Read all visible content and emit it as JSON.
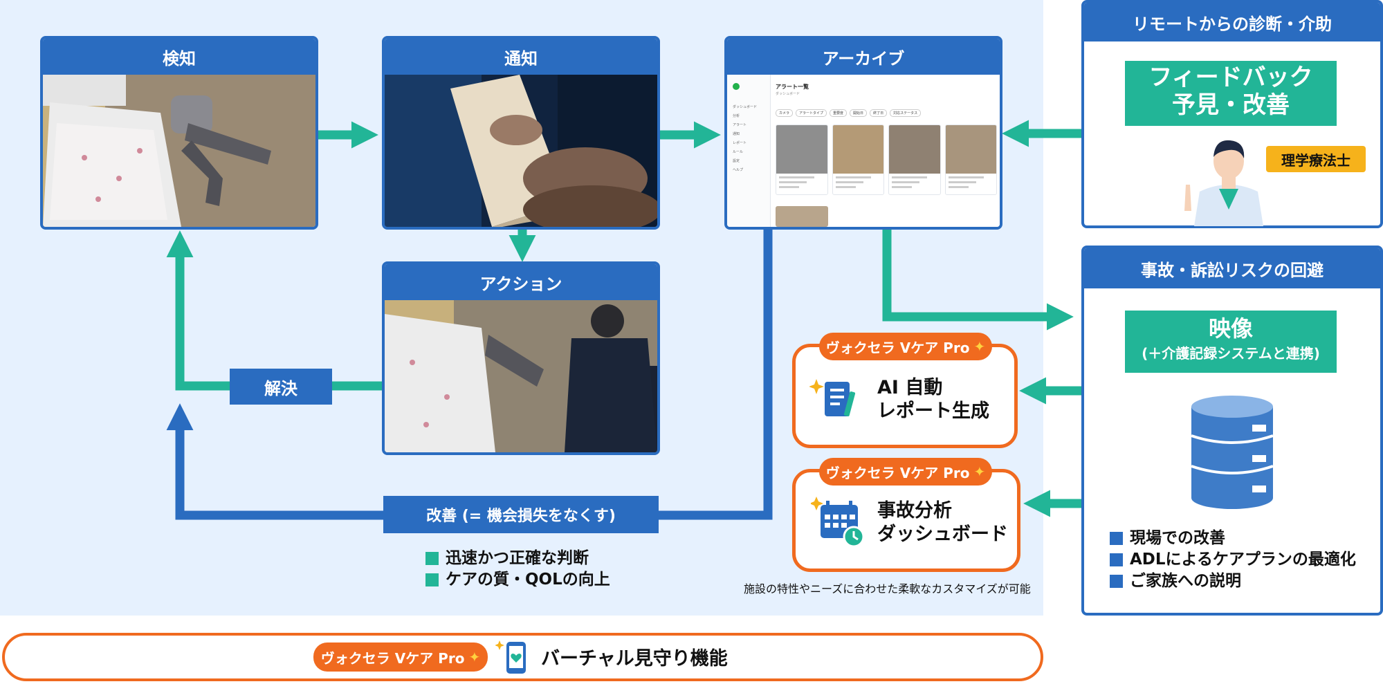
{
  "detect": {
    "title": "検知"
  },
  "notify": {
    "title": "通知"
  },
  "archive": {
    "title": "アーカイブ",
    "screen": {
      "page_title": "アラート一覧",
      "sub": "ダッシュボード",
      "sidebar": [
        "ダッシュボード",
        "分析",
        "アラート",
        "通知",
        "レポート",
        "ルール",
        "設定",
        "ヘルプ"
      ],
      "filters": [
        "カメラ",
        "アラートタイプ",
        "重要度",
        "開始日",
        "終了日",
        "対応ステータス"
      ]
    }
  },
  "action": {
    "title": "アクション"
  },
  "resolve": {
    "label": "解決"
  },
  "improve": {
    "label": "改善 (= 機会損失をなくす)"
  },
  "outcomes": [
    "迅速かつ正確な判断",
    "ケアの質・QOLの向上"
  ],
  "remote": {
    "title": "リモートからの診断・介助",
    "feedback_line1": "フィードバック",
    "feedback_line2": "予見・改善",
    "role_badge": "理学療法士"
  },
  "risk": {
    "title": "事故・訴訟リスクの回避",
    "video_title": "映像",
    "video_sub": "(＋介護記録システムと連携)",
    "items": [
      "現場での改善",
      "ADLによるケアプランの最適化",
      "ご家族への説明"
    ]
  },
  "pro_tag": "ヴォクセラ Vケア Pro",
  "ai_report": {
    "line1": "AI 自動",
    "line2": "レポート生成"
  },
  "dashboard": {
    "line1": "事故分析",
    "line2": "ダッシュボード"
  },
  "custom_note": "施設の特性やニーズに合わせた柔軟なカスタマイズが可能",
  "virtual": {
    "label": "バーチャル見守り機能"
  },
  "colors": {
    "primary_blue": "#2a6cc0",
    "teal": "#22b597",
    "orange": "#f06a1f",
    "bg": "#e6f1fe",
    "badge": "#f6b21b"
  }
}
